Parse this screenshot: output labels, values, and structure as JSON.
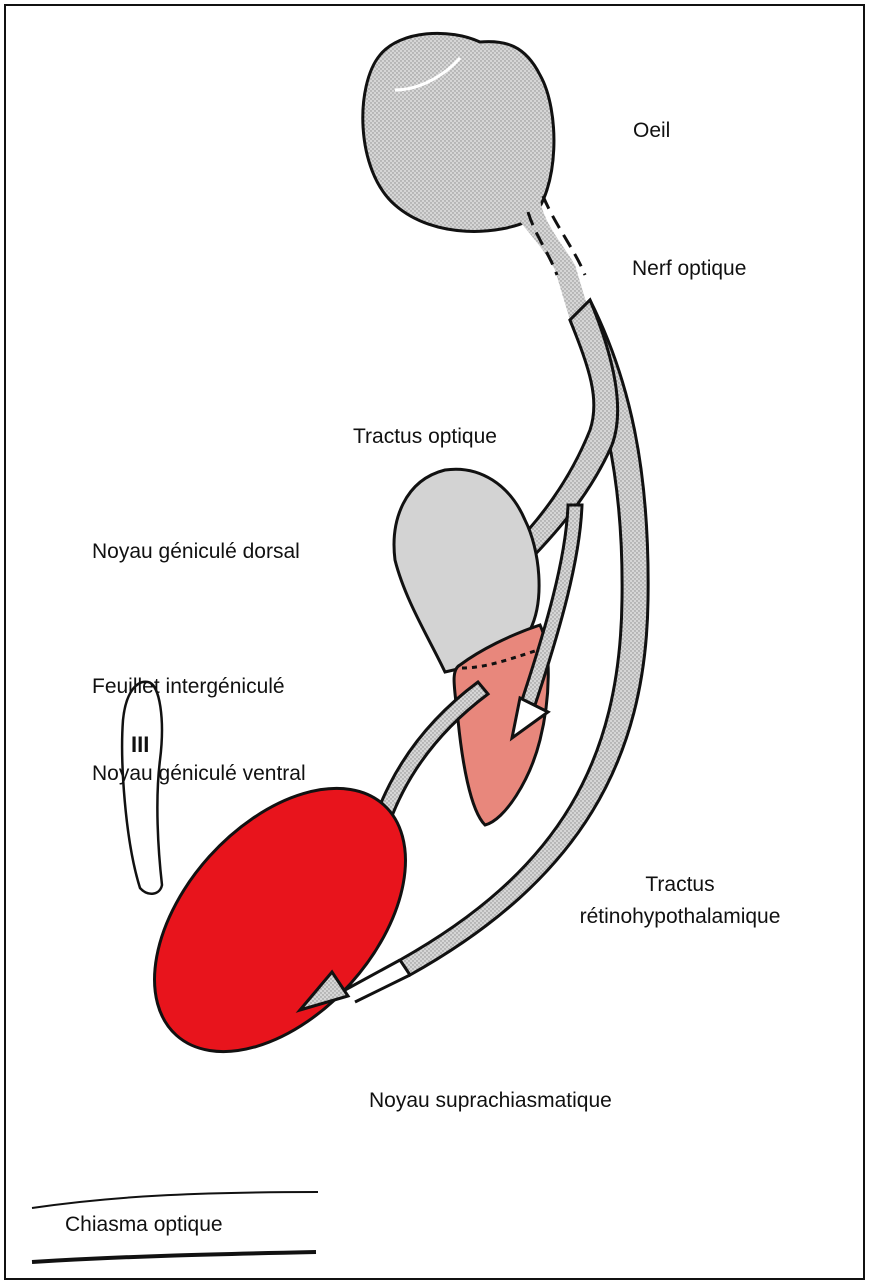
{
  "labels": {
    "oeil": "Oeil",
    "nerf_optique": "Nerf optique",
    "tractus_optique": "Tractus optique",
    "noyau_geniculé_dorsal": "Noyau géniculé dorsal",
    "feuillet_intergeniculé": "Feuillet intergéniculé",
    "noyau_geniculé_ventral": "Noyau géniculé ventral",
    "tractus_line1": "Tractus",
    "tractus_line2": "rétinohypothalamique",
    "noyau_suprachiasmatique": "Noyau suprachiasmatique",
    "chiasma_optique": "Chiasma optique",
    "ventricle_numeral": "III"
  },
  "colors": {
    "eye_fill": "#d2d2d2",
    "dorsal_fill": "#d0d0d0",
    "ventral_fill": "#e8877c",
    "scn_fill": "#e8141c",
    "outline": "#111111"
  }
}
